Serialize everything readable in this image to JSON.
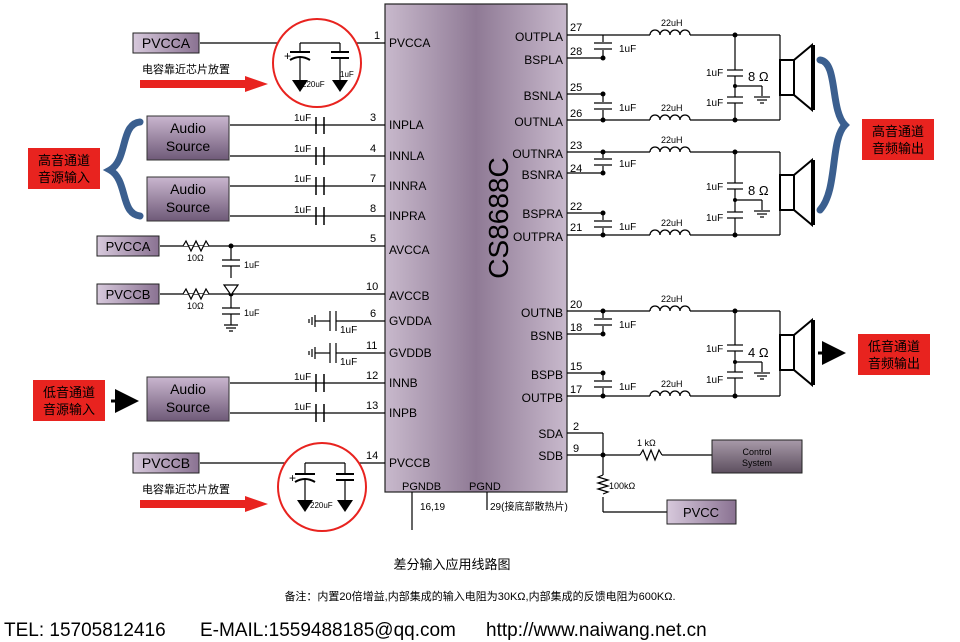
{
  "chip": {
    "name": "CS8688C"
  },
  "left_pins": [
    {
      "num": "1",
      "name": "PVCCA"
    },
    {
      "num": "3",
      "name": "INPLA"
    },
    {
      "num": "4",
      "name": "INNLA"
    },
    {
      "num": "7",
      "name": "INNRA"
    },
    {
      "num": "8",
      "name": "INPRA"
    },
    {
      "num": "5",
      "name": "AVCCA"
    },
    {
      "num": "10",
      "name": "AVCCB"
    },
    {
      "num": "6",
      "name": "GVDDA"
    },
    {
      "num": "11",
      "name": "GVDDB"
    },
    {
      "num": "12",
      "name": "INNB"
    },
    {
      "num": "13",
      "name": "INPB"
    },
    {
      "num": "14",
      "name": "PVCCB"
    }
  ],
  "right_pins": [
    {
      "num": "27",
      "name": "OUTPLA"
    },
    {
      "num": "28",
      "name": "BSPLA"
    },
    {
      "num": "25",
      "name": "BSNLA"
    },
    {
      "num": "26",
      "name": "OUTNLA"
    },
    {
      "num": "23",
      "name": "OUTNRA"
    },
    {
      "num": "24",
      "name": "BSNRA"
    },
    {
      "num": "22",
      "name": "BSPRA"
    },
    {
      "num": "21",
      "name": "OUTPRA"
    },
    {
      "num": "20",
      "name": "OUTNB"
    },
    {
      "num": "18",
      "name": "BSNB"
    },
    {
      "num": "15",
      "name": "BSPB"
    },
    {
      "num": "17",
      "name": "OUTPB"
    },
    {
      "num": "2",
      "name": "SDA"
    },
    {
      "num": "9",
      "name": "SDB"
    }
  ],
  "bottom_pins": [
    {
      "name": "PGNDB",
      "num": "16,19"
    },
    {
      "name": "PGND",
      "num": "29(接底部散热片)"
    }
  ],
  "supply_boxes": {
    "pvcca_top": "PVCCA",
    "pvcca_mid": "PVCCA",
    "pvccb_mid": "PVCCB",
    "pvccb_bottom": "PVCCB",
    "pvcc_right": "PVCC"
  },
  "audio_source": {
    "line1": "Audio",
    "line2": "Source"
  },
  "control_system": {
    "line1": "Control",
    "line2": "System"
  },
  "notes": {
    "cap_place": "电容靠近芯片放置",
    "high_in": {
      "line1": "高音通道",
      "line2": "音源输入"
    },
    "low_in": {
      "line1": "低音通道",
      "line2": "音源输入"
    },
    "high_out": {
      "line1": "高音通道",
      "line2": "音频输出"
    },
    "low_out": {
      "line1": "低音通道",
      "line2": "音频输出"
    }
  },
  "components": {
    "cap_1uf": "1uF",
    "cap_220uf": "220uF",
    "inductor": "22uH",
    "res_10": "10Ω",
    "res_1k": "1 kΩ",
    "res_100k": "100kΩ",
    "spk_8": "8 Ω",
    "spk_4": "4 Ω"
  },
  "caption": "差分输入应用线路图",
  "footnote": "备注：内置20倍增益,内部集成的输入电阻为30KΩ,内部集成的反馈电阻为600KΩ.",
  "contact": {
    "tel": "TEL: 15705812416",
    "email": "E-MAIL:1559488185@qq.com",
    "web": "http://www.naiwang.net.cn"
  },
  "colors": {
    "red_box": "#e8231f",
    "arrow_red": "#e8231f",
    "brace_blue": "#3b5f8f",
    "chip_fill": "#9f8ba3"
  }
}
